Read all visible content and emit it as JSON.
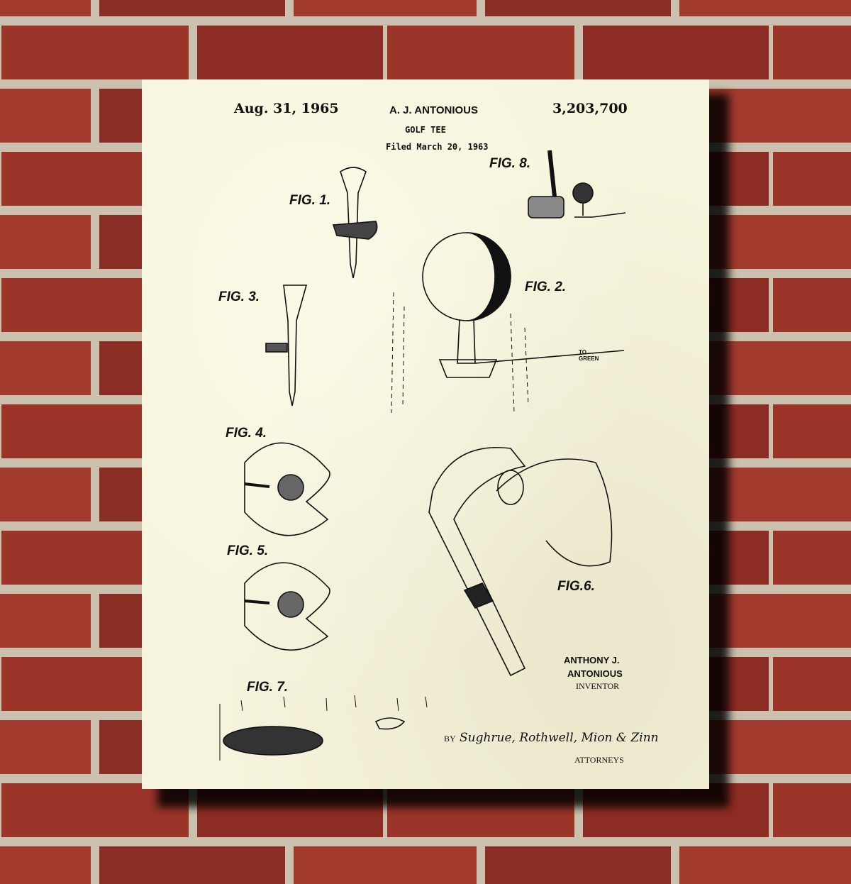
{
  "poster": {
    "date": "Aug. 31, 1965",
    "inventor_header": "A. J. ANTONIOUS",
    "patent_number": "3,203,700",
    "title": "GOLF TEE",
    "filed": "Filed March 20, 1963",
    "figures": [
      "FIG. 1.",
      "FIG. 2.",
      "FIG. 3.",
      "FIG. 4.",
      "FIG. 5.",
      "FIG.6.",
      "FIG. 7.",
      "FIG. 8."
    ],
    "inventor_name_line1": "ANTHONY J.",
    "inventor_name_line2": "ANTONIOUS",
    "inventor_label": "INVENTOR",
    "by_label": "BY",
    "signature": "Sughrue, Rothwell, Mion & Zinn",
    "attorneys_label": "ATTORNEYS",
    "annotations": {
      "to_green": "TO GREEN"
    }
  },
  "colors": {
    "paper": "#f6f4dc",
    "brick": "#9a3328",
    "mortar": "#c9bfae",
    "ink": "#111111"
  }
}
